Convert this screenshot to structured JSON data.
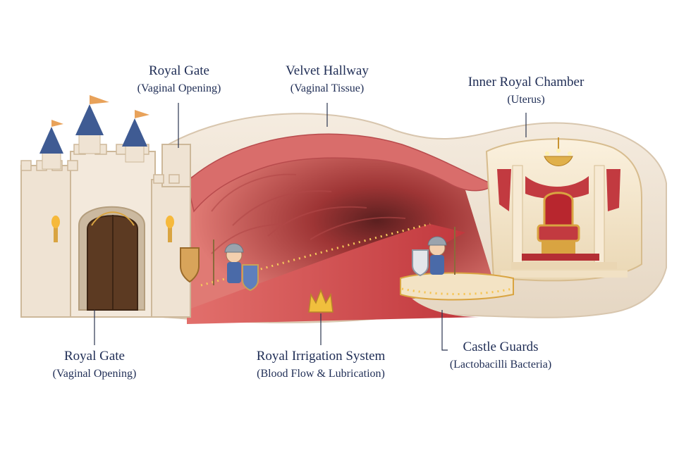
{
  "labels": {
    "gate_top": {
      "title": "Royal Gate",
      "subtitle": "(Vaginal Opening)"
    },
    "hallway": {
      "title": "Velvet Hallway",
      "subtitle": "(Vaginal Tissue)"
    },
    "chamber": {
      "title": "Inner Royal Chamber",
      "subtitle": "(Uterus)"
    },
    "gate_bottom": {
      "title": "Royal Gate",
      "subtitle": "(Vaginal Opening)"
    },
    "irrigation": {
      "title": "Royal Irrigation System",
      "subtitle": "(Blood Flow & Lubrication)"
    },
    "guards": {
      "title": "Castle Guards",
      "subtitle": "(Lactobacilli Bacteria)"
    }
  },
  "colors": {
    "text": "#1f2d55",
    "stone": "#efe3d3",
    "velvet": "#c94a4a",
    "gold": "#d9a441",
    "roof": "#3f5b93"
  }
}
